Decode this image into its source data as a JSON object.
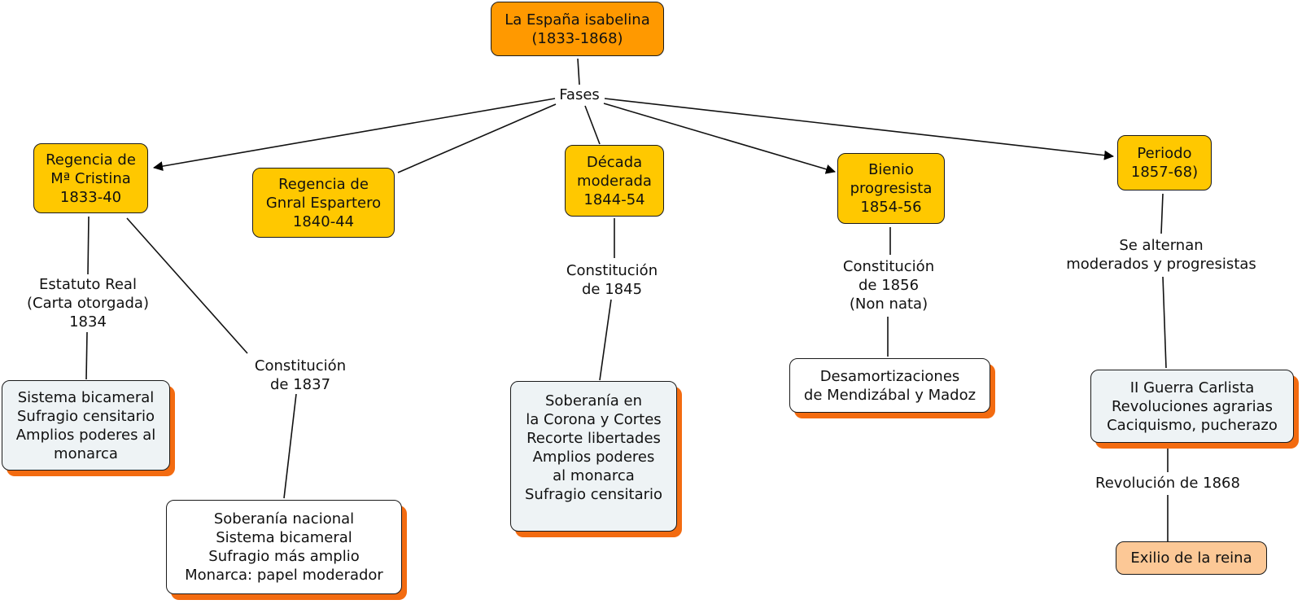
{
  "root": {
    "lines": [
      "La España isabelina",
      "(1833-1868)"
    ]
  },
  "link_label_fases": "Fases",
  "phases": [
    {
      "id": "regencia-cristina",
      "lines": [
        "Regencia de",
        "Mª Cristina",
        "1833-40"
      ]
    },
    {
      "id": "regencia-espartero",
      "lines": [
        "Regencia de",
        "Gnral Espartero",
        "1840-44"
      ]
    },
    {
      "id": "decada-moderada",
      "lines": [
        "Década",
        "moderada",
        "1844-54"
      ]
    },
    {
      "id": "bienio-progresista",
      "lines": [
        "Bienio",
        "progresista",
        "1854-56"
      ]
    },
    {
      "id": "periodo-1857-68",
      "lines": [
        "Periodo",
        "1857-68)"
      ]
    }
  ],
  "link_labels": {
    "estatuto_real": [
      "Estatuto Real",
      "(Carta otorgada)",
      "1834"
    ],
    "constitucion_1837": [
      "Constitución",
      "de 1837"
    ],
    "constitucion_1845": [
      "Constitución",
      "de 1845"
    ],
    "constitucion_1856": [
      "Constitución",
      "de 1856",
      "(Non nata)"
    ],
    "se_alternan": [
      "Se alternan",
      "moderados y progresistas"
    ],
    "revolucion_1868": [
      "Revolución de 1868"
    ]
  },
  "details": {
    "estatuto": [
      "Sistema bicameral",
      "Sufragio censitario",
      "Amplios poderes al",
      "monarca"
    ],
    "constitucion_1837": [
      "Soberanía nacional",
      "Sistema bicameral",
      "Sufragio más amplio",
      "Monarca: papel moderador"
    ],
    "constitucion_1845": [
      "Soberanía en",
      "la Corona y Cortes",
      "Recorte libertades",
      "Amplios poderes",
      "al monarca",
      "Sufragio censitario"
    ],
    "desamortizaciones": [
      "Desamortizaciones",
      "de Mendizábal y Madoz"
    ],
    "periodo": [
      "II Guerra Carlista",
      "Revoluciones agrarias",
      "Caciquismo, pucherazo"
    ],
    "exilio": [
      "Exilio de la reina"
    ]
  },
  "colors": {
    "root": "#ff9900",
    "phase": "#ffc800",
    "detail": "#eef3f5",
    "shadow": "#f36b10",
    "exile": "#fcc896"
  }
}
